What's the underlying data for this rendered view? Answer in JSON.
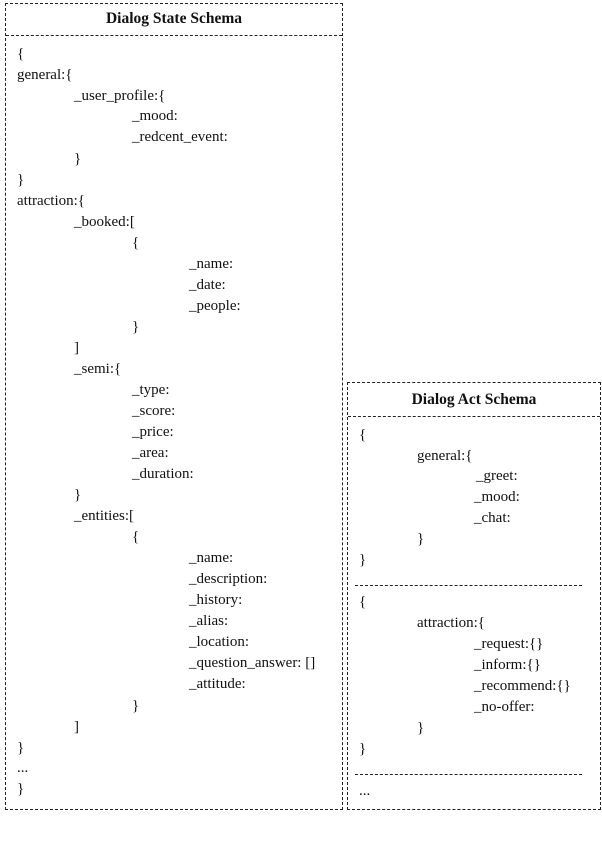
{
  "state_schema": {
    "title": "Dialog State Schema",
    "lines": [
      "{",
      "general:{",
      "_user_profile:{",
      "_mood:",
      "_redcent_event:",
      "}",
      "}",
      "attraction:{",
      "_booked:[",
      "{",
      "_name:",
      "_date:",
      "_people:",
      "}",
      "]",
      "_semi:{",
      "_type:",
      "_score:",
      "_price:",
      "_area:",
      "_duration:",
      "}",
      "_entities:[",
      "{",
      "_name:",
      "_description:",
      "_history:",
      "_alias:",
      "_location:",
      "_question_answer: []",
      "_attitude:",
      "}",
      "]",
      "}",
      "...",
      "}"
    ]
  },
  "act_schema": {
    "title": "Dialog Act Schema",
    "section1": [
      "{",
      "general:{",
      "_greet:",
      "_mood:",
      "_chat:",
      "}",
      "}"
    ],
    "section2": [
      "{",
      "attraction:{",
      "_request:{}",
      "_inform:{}",
      "_recommend:{}",
      "_no-offer:",
      "}",
      "}"
    ],
    "section3": [
      "..."
    ]
  }
}
